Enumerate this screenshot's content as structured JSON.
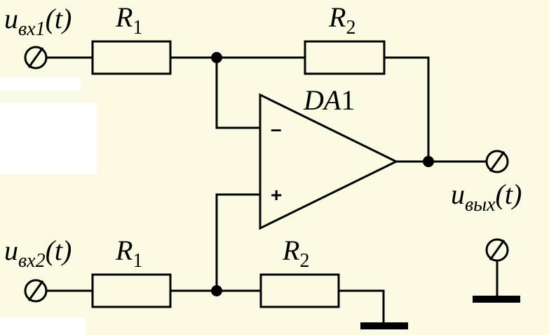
{
  "labels": {
    "u_in1": {
      "main": "u",
      "sub": "вх1",
      "arg": "(t)"
    },
    "u_in2": {
      "main": "u",
      "sub": "вх2",
      "arg": "(t)"
    },
    "u_out": {
      "main": "u",
      "sub": "вых",
      "arg": "(t)"
    },
    "r1_top": {
      "main": "R",
      "sub": "1"
    },
    "r2_top": {
      "main": "R",
      "sub": "2"
    },
    "r1_bottom": {
      "main": "R",
      "sub": "1"
    },
    "r2_bottom": {
      "main": "R",
      "sub": "2"
    },
    "opamp": {
      "main": "DA",
      "num": "1"
    },
    "minus": "–",
    "plus": "+"
  },
  "colors": {
    "background": "#fbfbe3",
    "line": "#000000"
  }
}
